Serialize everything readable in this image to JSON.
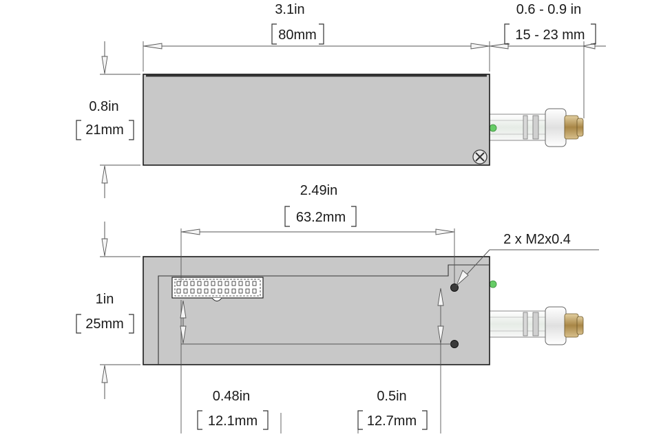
{
  "colors": {
    "body_fill": "#c8c8c8",
    "edge": "#1a1a1a",
    "dimension_line": "#555555",
    "tube_glass": "#eef1ee",
    "fitting_white": "#f2f2f2",
    "fitting_brass": "#b89a5e",
    "led_green": "#66cc66"
  },
  "top_view": {
    "length": {
      "imperial": "3.1in",
      "metric": "80mm"
    },
    "fitting_reach": {
      "imperial": "0.6 - 0.9 in",
      "metric": "15 - 23 mm"
    },
    "height": {
      "imperial": "0.8in",
      "metric": "21mm"
    }
  },
  "side_view": {
    "hole_spacing": {
      "imperial": "2.49in",
      "metric": "63.2mm"
    },
    "holes_callout": "2  x  M2x0.4",
    "width": {
      "imperial": "1in",
      "metric": "25mm"
    },
    "connector_offset": {
      "imperial": "0.48in",
      "metric": "12.1mm"
    },
    "hole_offset": {
      "imperial": "0.5in",
      "metric": "12.7mm"
    }
  }
}
